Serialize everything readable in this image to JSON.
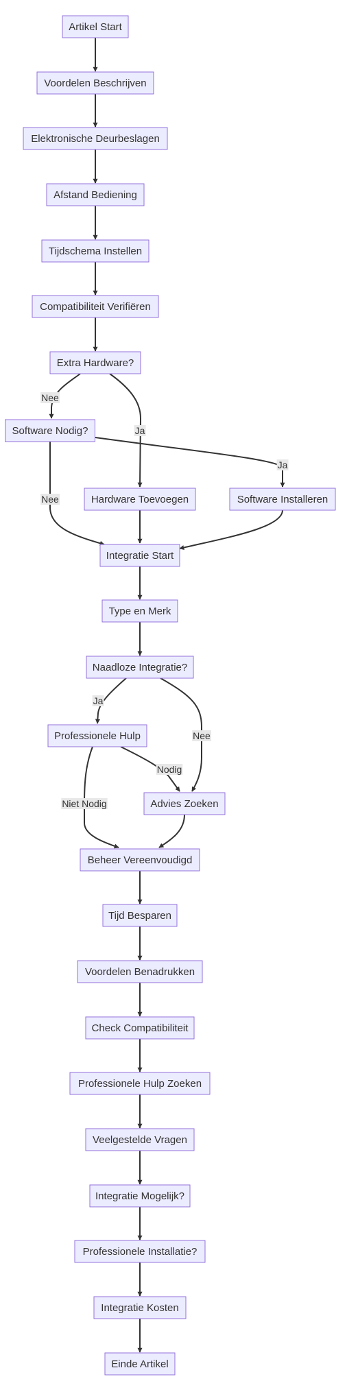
{
  "colors": {
    "node_fill": "#ececff",
    "node_stroke": "#9370db",
    "edge": "#333333",
    "label_bg": "#e8e8e8",
    "text": "#333333"
  },
  "nodes": [
    {
      "id": "start",
      "label": "Artikel Start"
    },
    {
      "id": "voordelen",
      "label": "Voordelen Beschrijven"
    },
    {
      "id": "elektronisch",
      "label": "Elektronische Deurbeslagen"
    },
    {
      "id": "afstand",
      "label": "Afstand Bediening"
    },
    {
      "id": "tijdschema",
      "label": "Tijdschema Instellen"
    },
    {
      "id": "compat",
      "label": "Compatibiliteit Verifiëren"
    },
    {
      "id": "extra_hw",
      "label": "Extra Hardware?"
    },
    {
      "id": "sw_nodig",
      "label": "Software Nodig?"
    },
    {
      "id": "hw_toevoegen",
      "label": "Hardware Toevoegen"
    },
    {
      "id": "sw_installeren",
      "label": "Software Installeren"
    },
    {
      "id": "integratie_start",
      "label": "Integratie Start"
    },
    {
      "id": "type_merk",
      "label": "Type en Merk"
    },
    {
      "id": "naadloos",
      "label": "Naadloze Integratie?"
    },
    {
      "id": "prof_hulp",
      "label": "Professionele Hulp"
    },
    {
      "id": "advies",
      "label": "Advies Zoeken"
    },
    {
      "id": "beheer",
      "label": "Beheer Vereenvoudigd"
    },
    {
      "id": "tijd",
      "label": "Tijd Besparen"
    },
    {
      "id": "benadrukken",
      "label": "Voordelen Benadrukken"
    },
    {
      "id": "check_compat",
      "label": "Check Compatibiliteit"
    },
    {
      "id": "prof_zoeken",
      "label": "Professionele Hulp Zoeken"
    },
    {
      "id": "faq",
      "label": "Veelgestelde Vragen"
    },
    {
      "id": "mogelijk",
      "label": "Integratie Mogelijk?"
    },
    {
      "id": "prof_install",
      "label": "Professionele Installatie?"
    },
    {
      "id": "kosten",
      "label": "Integratie Kosten"
    },
    {
      "id": "einde",
      "label": "Einde Artikel"
    }
  ],
  "edges": [
    {
      "from": "start",
      "to": "voordelen",
      "label": ""
    },
    {
      "from": "voordelen",
      "to": "elektronisch",
      "label": ""
    },
    {
      "from": "elektronisch",
      "to": "afstand",
      "label": ""
    },
    {
      "from": "afstand",
      "to": "tijdschema",
      "label": ""
    },
    {
      "from": "tijdschema",
      "to": "compat",
      "label": ""
    },
    {
      "from": "compat",
      "to": "extra_hw",
      "label": ""
    },
    {
      "from": "extra_hw",
      "to": "sw_nodig",
      "label": "Nee"
    },
    {
      "from": "extra_hw",
      "to": "hw_toevoegen",
      "label": "Ja"
    },
    {
      "from": "sw_nodig",
      "to": "sw_installeren",
      "label": "Ja"
    },
    {
      "from": "sw_nodig",
      "to": "integratie_start",
      "label": "Nee"
    },
    {
      "from": "hw_toevoegen",
      "to": "integratie_start",
      "label": ""
    },
    {
      "from": "sw_installeren",
      "to": "integratie_start",
      "label": ""
    },
    {
      "from": "integratie_start",
      "to": "type_merk",
      "label": ""
    },
    {
      "from": "type_merk",
      "to": "naadloos",
      "label": ""
    },
    {
      "from": "naadloos",
      "to": "prof_hulp",
      "label": "Ja"
    },
    {
      "from": "naadloos",
      "to": "advies",
      "label": "Nee"
    },
    {
      "from": "prof_hulp",
      "to": "advies",
      "label": "Nodig"
    },
    {
      "from": "prof_hulp",
      "to": "beheer",
      "label": "Niet Nodig"
    },
    {
      "from": "advies",
      "to": "beheer",
      "label": ""
    },
    {
      "from": "beheer",
      "to": "tijd",
      "label": ""
    },
    {
      "from": "tijd",
      "to": "benadrukken",
      "label": ""
    },
    {
      "from": "benadrukken",
      "to": "check_compat",
      "label": ""
    },
    {
      "from": "check_compat",
      "to": "prof_zoeken",
      "label": ""
    },
    {
      "from": "prof_zoeken",
      "to": "faq",
      "label": ""
    },
    {
      "from": "faq",
      "to": "mogelijk",
      "label": ""
    },
    {
      "from": "mogelijk",
      "to": "prof_install",
      "label": ""
    },
    {
      "from": "prof_install",
      "to": "kosten",
      "label": ""
    },
    {
      "from": "kosten",
      "to": "einde",
      "label": ""
    }
  ]
}
